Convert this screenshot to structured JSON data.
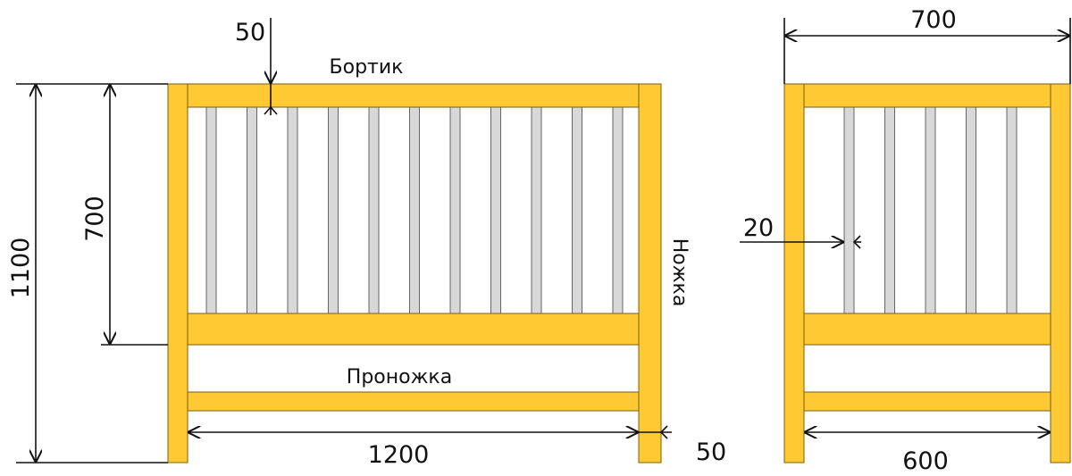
{
  "colors": {
    "wood": "#FFC933",
    "baluster": "#D8D8D8",
    "line": "#111111"
  },
  "labels": {
    "rail_top": "Бортик",
    "leg": "Ножка",
    "stretcher": "Проножка"
  },
  "dimensions": {
    "height_total": "1100",
    "height_rail": "700",
    "rail_thickness": "50",
    "length_inner": "1200",
    "leg_width": "50",
    "width_outer": "700",
    "width_inner": "600",
    "baluster_width": "20"
  },
  "front_view": {
    "baluster_count": 11
  },
  "side_view": {
    "baluster_count": 5
  }
}
